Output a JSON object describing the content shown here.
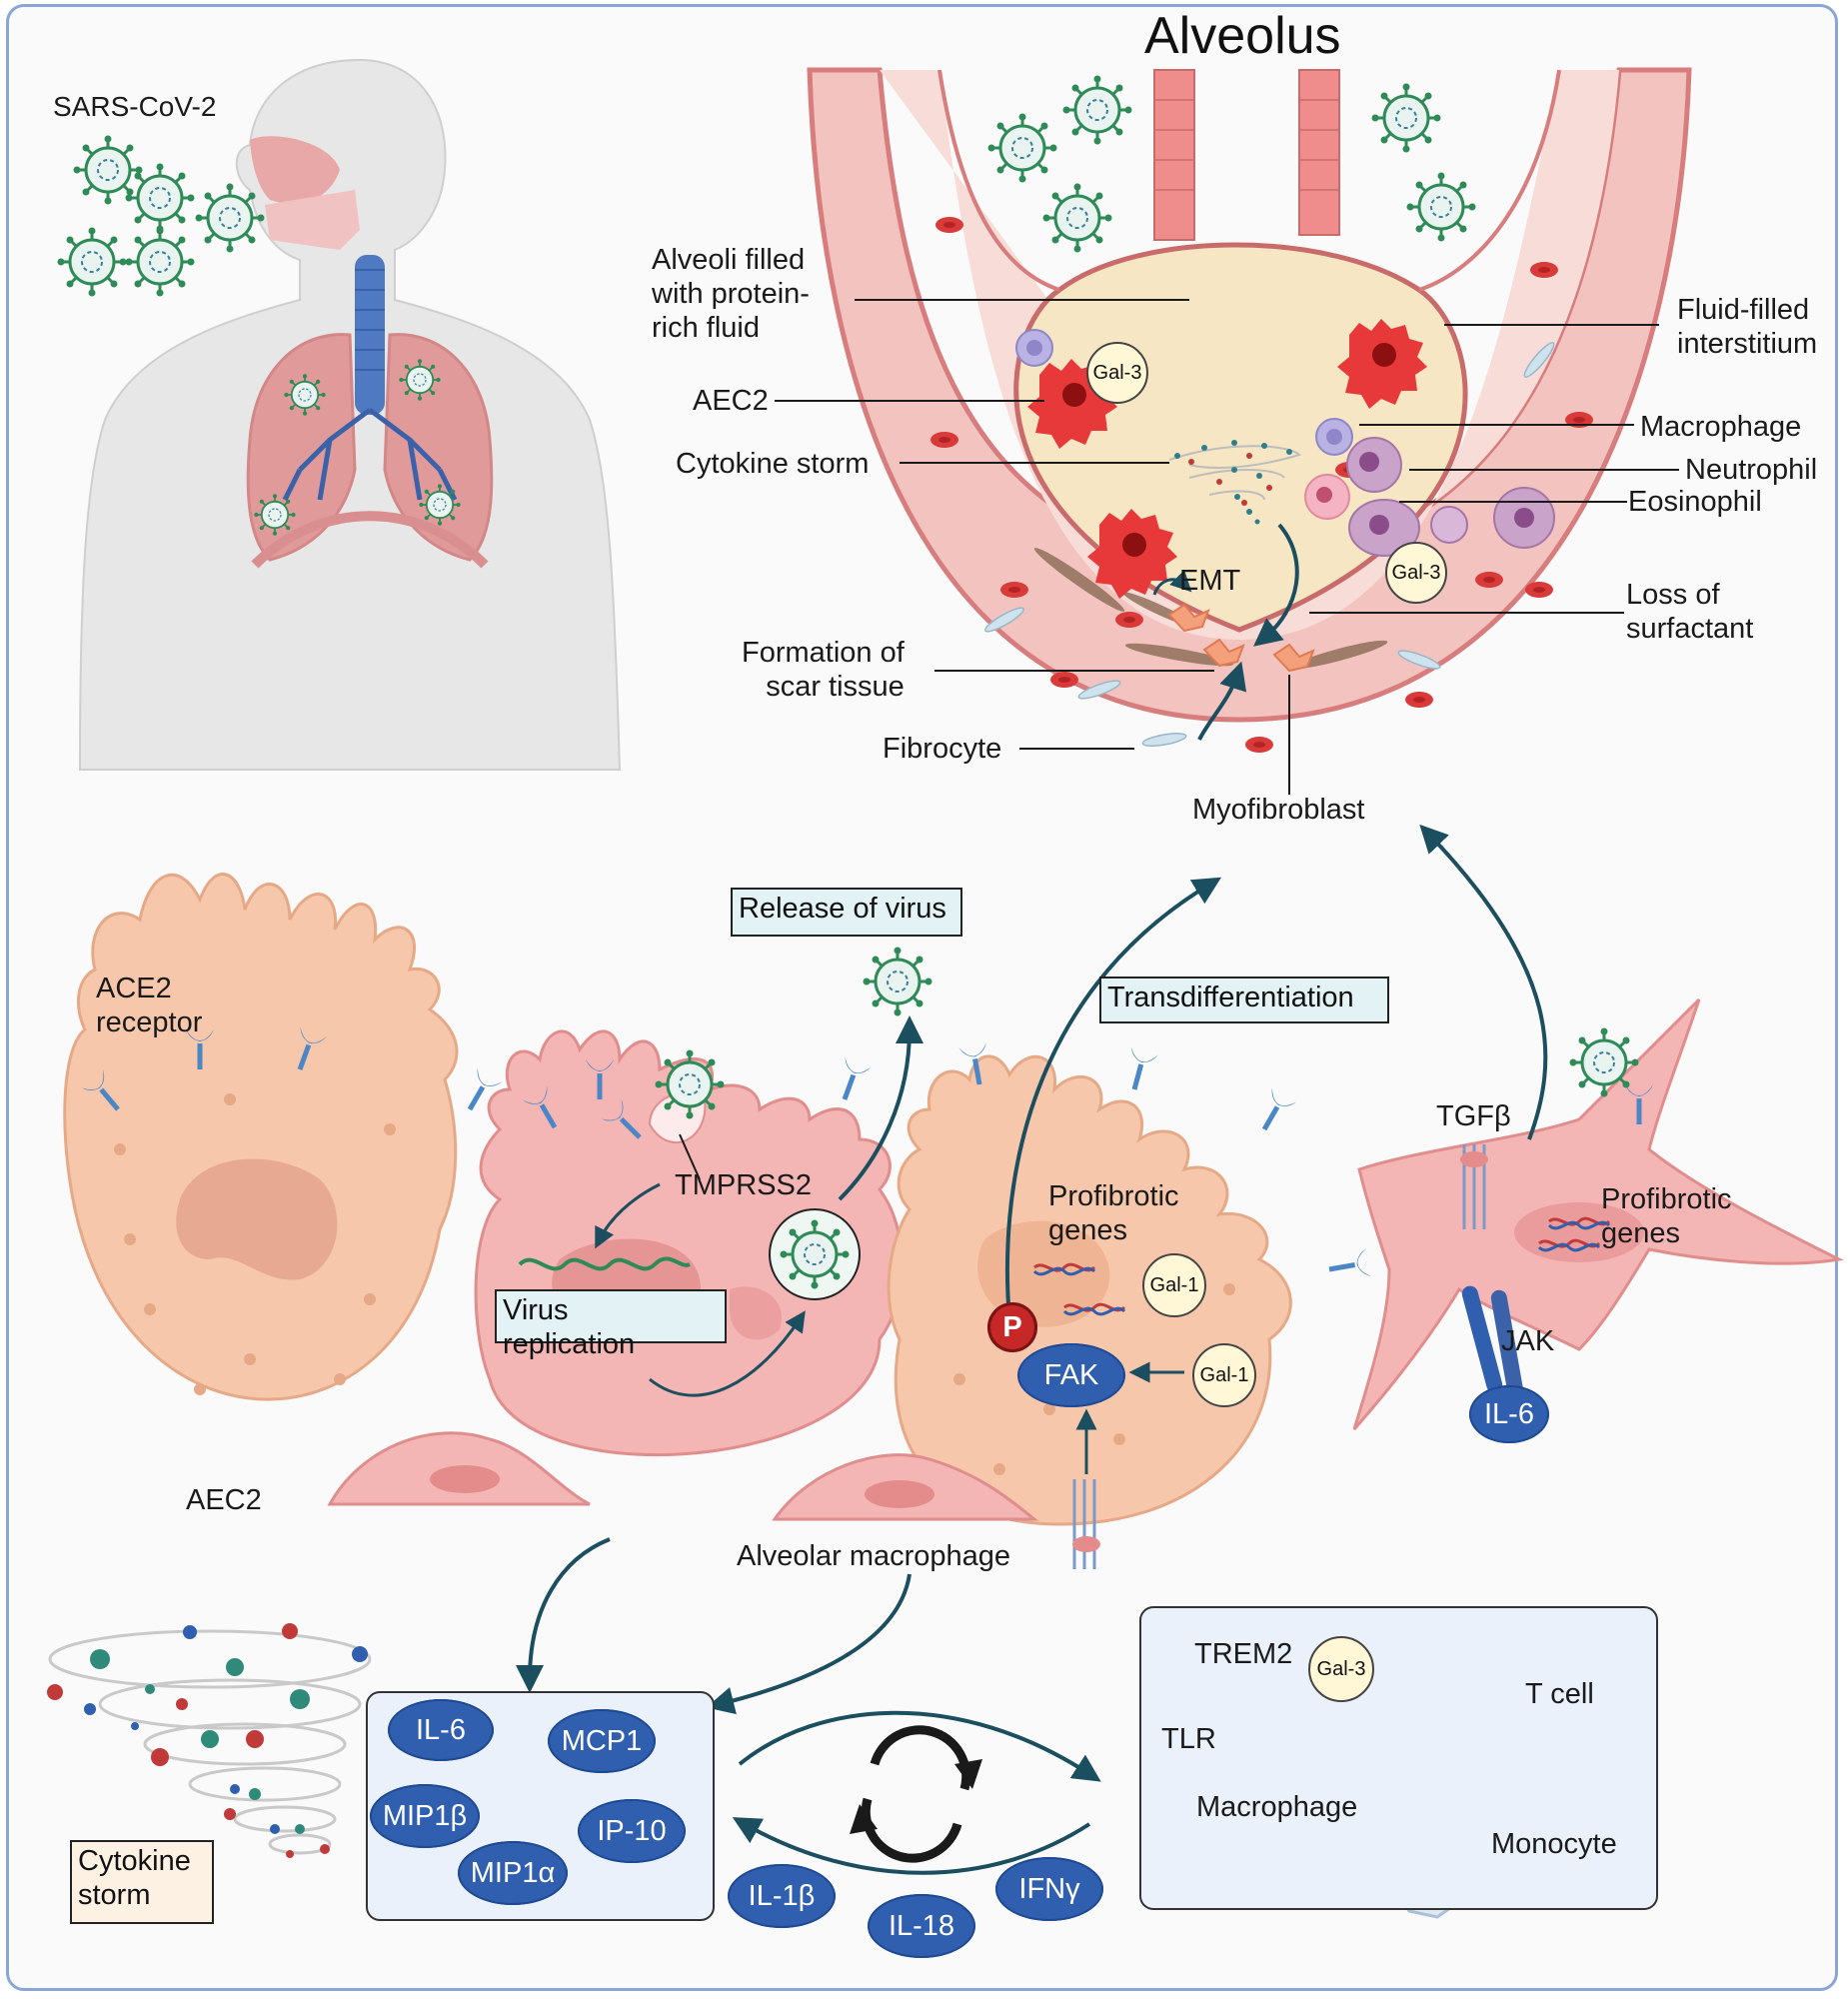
{
  "title": "Alveolus",
  "labels": {
    "sars": "SARS-CoV-2",
    "alveoli_fluid": "Alveoli filled\nwith protein-\nrich fluid",
    "aec2_top": "AEC2",
    "cytokine_storm_top": "Cytokine storm",
    "formation_scar": "Formation of\nscar tissue",
    "fibrocyte": "Fibrocyte",
    "myofibroblast": "Myofibroblast",
    "emt": "EMT",
    "fluid_interstitium": "Fluid-filled\ninterstitium",
    "macrophage_top": "Macrophage",
    "neutrophil": "Neutrophil",
    "eosinophil": "Eosinophil",
    "loss_surfactant": "Loss of\nsurfactant",
    "ace2": "ACE2\nreceptor",
    "tmprss2": "TMPRSS2",
    "profibrotic_genes_1": "Profibrotic\ngenes",
    "profibrotic_genes_2": "Profibrotic\ngenes",
    "tgfb": "TGFβ",
    "jak": "JAK",
    "aec2_bottom": "AEC2",
    "alveolar_macrophage": "Alveolar macrophage",
    "trem2": "TREM2",
    "tlr": "TLR",
    "macrophage_bottom": "Macrophage",
    "t_cell": "T cell",
    "monocyte": "Monocyte",
    "fak": "FAK",
    "p": "P"
  },
  "boxes": {
    "release_virus": "Release of virus",
    "transdifferentiation": "Transdifferentiation",
    "virus_replication": "Virus\nreplication",
    "cytokine_storm_box": "Cytokine\nstorm"
  },
  "galectins": {
    "gal3_a": "Gal-3",
    "gal3_b": "Gal-3",
    "gal3_c": "Gal-3",
    "gal1_a": "Gal-1",
    "gal1_b": "Gal-1"
  },
  "cytokines_in_box": [
    "IL-6",
    "MCP1",
    "MIP1β",
    "IP-10",
    "MIP1α"
  ],
  "cytokines_out": [
    "IL-1β",
    "IL-18",
    "IFNγ",
    "IL-6"
  ],
  "colors": {
    "frame": "#8aa6d6",
    "tissue_pink": "#f2b7b2",
    "cell_peach": "#f6c7ab",
    "cytokine_blue": "#2f5fae",
    "arrow_teal": "#1b4e5e",
    "virus_green": "#2e8b57",
    "panel_fill": "#eaf1fb"
  }
}
